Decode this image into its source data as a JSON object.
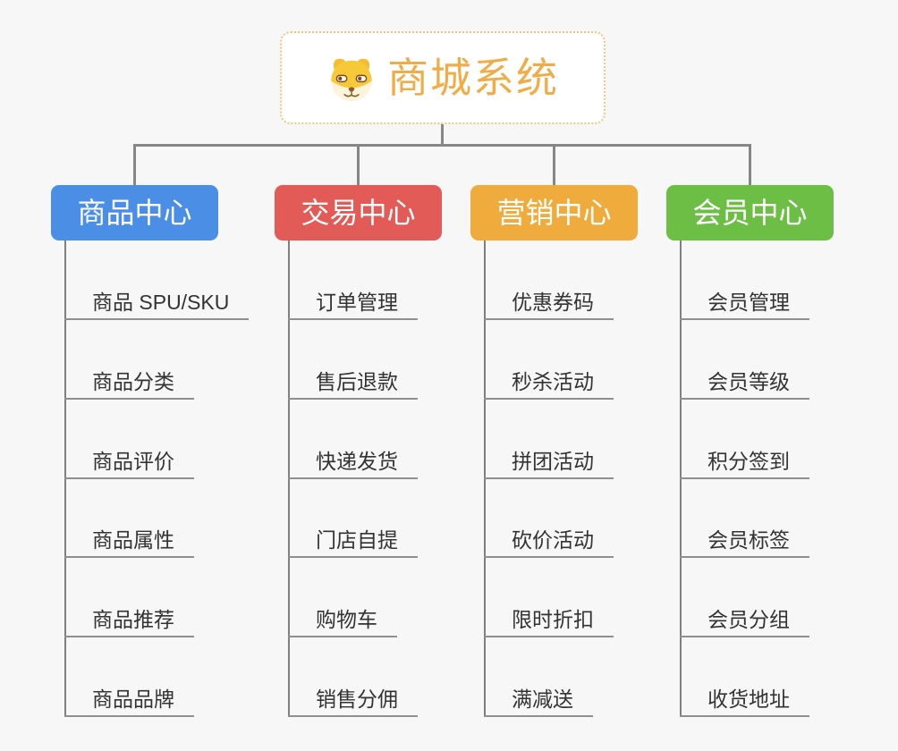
{
  "root": {
    "title": "商城系统",
    "icon": "dog-face-icon"
  },
  "colors": {
    "background": "#F7F7F7",
    "root_border": "#F5C475",
    "root_title": "#F0AC46",
    "connector": "#868686",
    "underline": "#8F8F8F",
    "item_text": "#333333"
  },
  "branches": [
    {
      "label": "商品中心",
      "color": "#4B8EE5",
      "items": [
        "商品 SPU/SKU",
        "商品分类",
        "商品评价",
        "商品属性",
        "商品推荐",
        "商品品牌"
      ]
    },
    {
      "label": "交易中心",
      "color": "#E25B56",
      "items": [
        "订单管理",
        "售后退款",
        "快递发货",
        "门店自提",
        "购物车",
        "销售分佣"
      ]
    },
    {
      "label": "营销中心",
      "color": "#EFAC3C",
      "items": [
        "优惠券码",
        "秒杀活动",
        "拼团活动",
        "砍价活动",
        "限时折扣",
        "满减送"
      ]
    },
    {
      "label": "会员中心",
      "color": "#6CBE44",
      "items": [
        "会员管理",
        "会员等级",
        "积分签到",
        "会员标签",
        "会员分组",
        "收货地址"
      ]
    }
  ]
}
